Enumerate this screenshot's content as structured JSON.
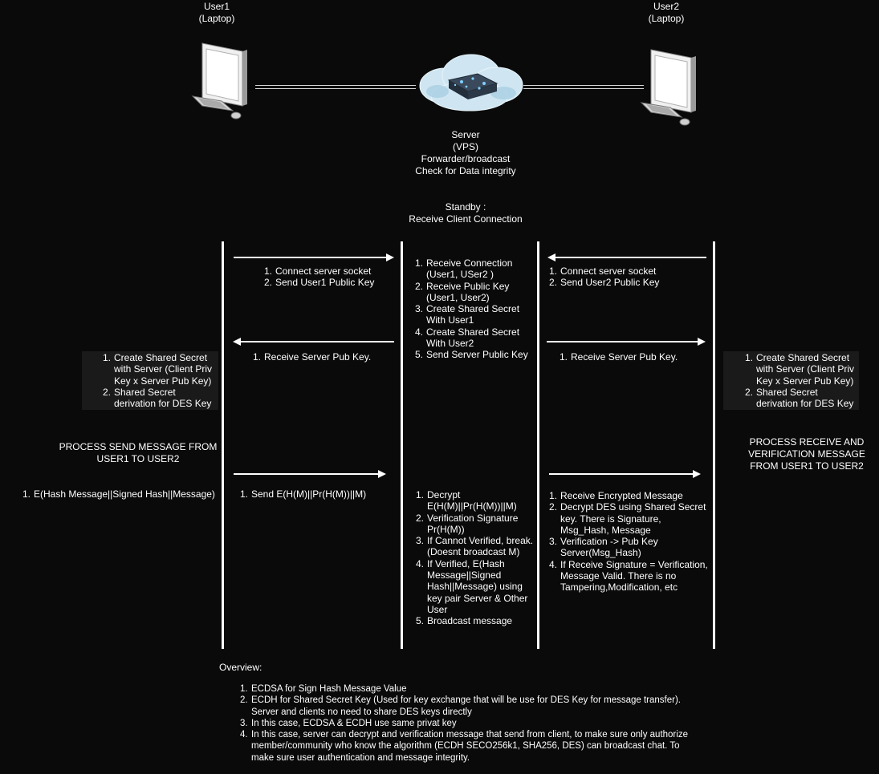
{
  "user1": {
    "name": "User1",
    "device": "(Laptop)"
  },
  "user2": {
    "name": "User2",
    "device": "(Laptop)"
  },
  "server": {
    "lines": [
      "Server",
      "(VPS)",
      "Forwarder/broadcast",
      "Check for Data integrity"
    ]
  },
  "standby": {
    "lines": [
      "Standby :",
      "Receive Client Connection"
    ]
  },
  "step1": {
    "user1_to_server": [
      "Connect server socket",
      "Send User1 Public Key"
    ],
    "user2_to_server": [
      "Connect server socket",
      "Send User2 Public Key"
    ],
    "server_actions": [
      [
        "Receive Connection",
        "(User1, USer2 )"
      ],
      [
        "Receive Public Key",
        "(User1, User2)"
      ],
      [
        "Create Shared Secret",
        "With User1"
      ],
      [
        "Create Shared Secret",
        "With User2"
      ],
      [
        "Send Server Public Key"
      ]
    ]
  },
  "step2": {
    "server_to_user1": "Receive Server Pub Key.",
    "server_to_user2": "Receive Server Pub Key.",
    "user_side_steps": [
      [
        "Create Shared Secret",
        "with Server (Client Priv",
        "Key x Server Pub Key)"
      ],
      [
        "Shared Secret",
        "derivation for DES Key"
      ]
    ]
  },
  "process_send": {
    "lines": [
      "PROCESS SEND MESSAGE FROM",
      "USER1 TO USER2"
    ]
  },
  "process_receive": {
    "lines": [
      "PROCESS RECEIVE AND",
      "VERIFICATION MESSAGE",
      "FROM USER1 TO USER2"
    ]
  },
  "step3": {
    "user1_encrypt": "E(Hash Message||Signed Hash||Message)",
    "user1_send": "Send E(H(M)||Pr(H(M))||M)",
    "server_actions": [
      [
        "Decrypt",
        "E(H(M)||Pr(H(M))||M)"
      ],
      [
        "Verification Signature",
        "Pr(H(M))"
      ],
      [
        "If Cannot Verified, break.",
        "(Doesnt broadcast M)"
      ],
      [
        "If Verified,  E(Hash",
        "Message||Signed",
        "Hash||Message) using",
        "key pair Server & Other",
        "User"
      ],
      [
        "Broadcast message"
      ]
    ],
    "user2_actions": [
      [
        "Receive Encrypted Message"
      ],
      [
        "Decrypt DES using Shared Secret",
        "key. There is Signature,",
        "Msg_Hash, Message"
      ],
      [
        "Verification -> Pub Key",
        "Server(Msg_Hash)"
      ],
      [
        "If Receive Signature = Verification,",
        "Message Valid. There is no",
        "Tampering,Modification, etc"
      ]
    ]
  },
  "overview": {
    "title": "Overview:",
    "items": [
      [
        "ECDSA for Sign Hash Message Value"
      ],
      [
        "ECDH for Shared Secret Key (Used for key exchange that will be use for DES Key for message transfer).",
        "Server and clients no need to share DES keys directly"
      ],
      [
        "In this case, ECDSA & ECDH use same privat key"
      ],
      [
        "In this case, server can decrypt and verification message that send from client, to make sure only authorize",
        "member/community who know the algorithm (ECDH SECO256k1, SHA256, DES) can broadcast chat. To",
        "make sure user authentication and message integrity."
      ]
    ]
  },
  "colors": {
    "background": "#0a0a0a",
    "text": "#ffffff",
    "panel": "#1a1a1a",
    "cloud": "#cfe6f2"
  }
}
